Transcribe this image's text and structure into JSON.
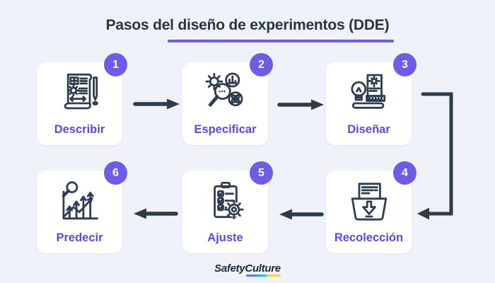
{
  "title": "Pasos del diseño de experimentos (DDE)",
  "steps": [
    {
      "number": "1",
      "label": "Describir"
    },
    {
      "number": "2",
      "label": "Especificar"
    },
    {
      "number": "3",
      "label": "Diseñar"
    },
    {
      "number": "4",
      "label": "Recolección"
    },
    {
      "number": "5",
      "label": "Ajuste"
    },
    {
      "number": "6",
      "label": "Predecir"
    }
  ],
  "footer": {
    "brand_first": "Safety",
    "brand_second": "Culture"
  },
  "colors": {
    "background": "#EFF2F8",
    "card": "#FFFFFF",
    "badge": "#6C5CE8",
    "step_label": "#5B47F0",
    "title_text": "#263445",
    "title_underline": "#6C5CE7",
    "arrow": "#2D3B4A",
    "icon_stroke": "#2E3D50",
    "logo_text": "#1B2A3A",
    "logo_underline": [
      "#7A5CF5",
      "#3E8EF7",
      "#21D4FD",
      "#F7D154"
    ]
  }
}
